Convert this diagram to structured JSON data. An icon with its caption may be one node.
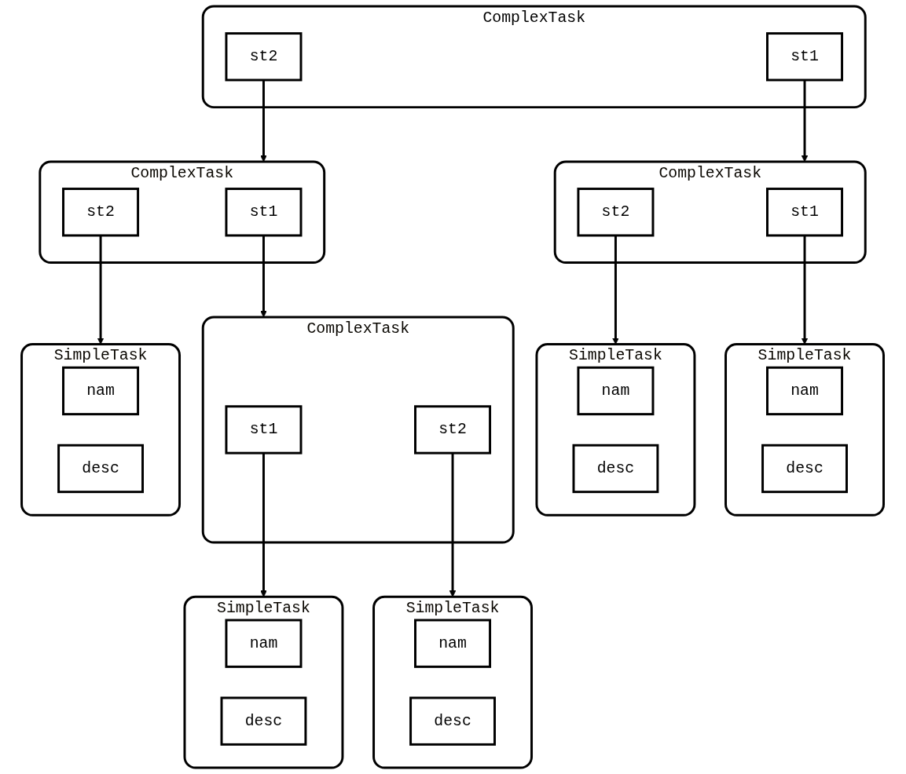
{
  "diagram": {
    "nodes": [
      {
        "text": [
          "ComplexTask"
        ]
      },
      {
        "text": [
          "st1"
        ],
        "in": 0
      },
      {
        "text": [
          "st2"
        ],
        "in": 0
      },
      {
        "text": [
          "ComplexTask"
        ]
      },
      {
        "text": [
          "st1"
        ],
        "in": 3
      },
      {
        "text": [
          "st2"
        ],
        "in": 3
      },
      {
        "text": [
          "ComplexTask"
        ]
      },
      {
        "text": [
          "st1"
        ],
        "in": 6
      },
      {
        "text": [
          "st2"
        ],
        "in": 6
      },
      {
        "text": [
          "SimpleTask"
        ]
      },
      {
        "text": [
          "nam"
        ],
        "in": 9
      },
      {
        "text": [
          "desc"
        ],
        "in": 9
      },
      {
        "text": [
          "SimpleTask"
        ]
      },
      {
        "text": [
          "nam"
        ],
        "in": 12
      },
      {
        "text": [
          "desc"
        ],
        "in": 12
      },
      {
        "text": [
          "ComplexTask"
        ]
      },
      {
        "text": [
          "st1"
        ],
        "in": 15
      },
      {
        "text": [
          "st2"
        ],
        "in": 15
      },
      {
        "text": [
          "SimpleTask"
        ]
      },
      {
        "text": [
          "nam"
        ],
        "in": 18
      },
      {
        "text": [
          "desc"
        ],
        "in": 18
      },
      {
        "text": [
          "SimpleTask"
        ]
      },
      {
        "text": [
          "nam"
        ],
        "in": 21
      },
      {
        "text": [
          "desc"
        ],
        "in": 21
      },
      {
        "text": [
          "SimpleTask"
        ]
      },
      {
        "text": [
          "nam"
        ],
        "in": 24
      },
      {
        "text": [
          "desc"
        ],
        "in": 24
      }
    ],
    "edges": [
      {
        "from": 1,
        "to": 3,
        "arrow": "to"
      },
      {
        "from": 2,
        "to": 6,
        "arrow": "to"
      },
      {
        "from": 4,
        "to": 9,
        "arrow": "to"
      },
      {
        "from": 5,
        "to": 12,
        "arrow": "to"
      },
      {
        "from": 7,
        "to": 15,
        "arrow": "to"
      },
      {
        "from": 8,
        "to": 18,
        "arrow": "to"
      },
      {
        "from": 16,
        "to": 21,
        "arrow": "to"
      },
      {
        "from": 17,
        "to": 24,
        "arrow": "to"
      }
    ]
  }
}
